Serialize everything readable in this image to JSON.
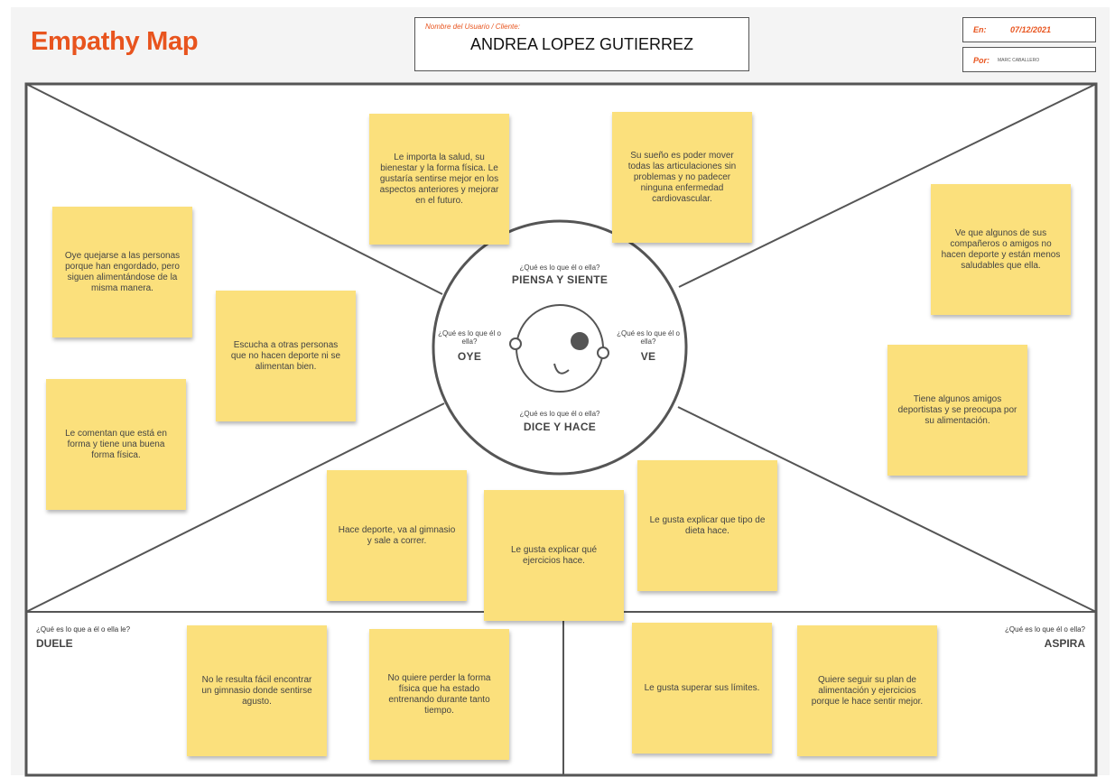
{
  "header": {
    "title": "Empathy Map",
    "user_label": "Nombre del Usuario / Cliente:",
    "user_name": "ANDREA LOPEZ GUTIERREZ",
    "date_label": "En:",
    "date_value": "07/12/2021",
    "author_label": "Por:",
    "author_value": "MARC CABALLERO"
  },
  "center": {
    "think": {
      "question": "¿Qué es lo que él o ella?",
      "label": "PIENSA Y SIENTE"
    },
    "hear": {
      "question": "¿Qué es lo que él o ella?",
      "label": "OYE"
    },
    "see": {
      "question": "¿Qué es lo que él o ella?",
      "label": "VE"
    },
    "say": {
      "question": "¿Qué es lo que él o ella?",
      "label": "DICE Y HACE"
    }
  },
  "bottom": {
    "pain": {
      "question": "¿Qué es lo que a él o ella le?",
      "label": "DUELE"
    },
    "gain": {
      "question": "¿Qué es lo que él o ella?",
      "label": "ASPIRA"
    }
  },
  "notes": {
    "think": [
      "Le importa la salud, su bienestar  y la forma física. Le gustaría sentirse mejor en los aspectos anteriores y mejorar en el futuro.",
      "Su sueño es poder mover todas las articulaciones sin problemas y no padecer ninguna enfermedad cardiovascular."
    ],
    "hear": [
      "Oye quejarse a las personas porque han engordado, pero siguen alimentándose de la misma manera.",
      "Escucha a otras personas que no hacen deporte ni se alimentan bien.",
      "Le comentan que está en forma y tiene una buena forma física."
    ],
    "see": [
      "Ve que algunos de sus compañeros o amigos no hacen deporte y están menos saludables que ella.",
      "Tiene algunos amigos deportistas y se preocupa por su alimentación."
    ],
    "say": [
      "Hace deporte, va al gimnasio y sale a correr.",
      "Le gusta explicar qué ejercicios hace.",
      "Le gusta explicar que tipo de dieta hace."
    ],
    "pain": [
      "No le resulta fácil encontrar un gimnasio donde sentirse agusto.",
      "No quiere perder la forma física que ha estado entrenando durante tanto tiempo."
    ],
    "gain": [
      "Le gusta superar sus límites.",
      "Quiere seguir su plan de alimentación y ejercicios porque le hace sentir mejor."
    ]
  }
}
